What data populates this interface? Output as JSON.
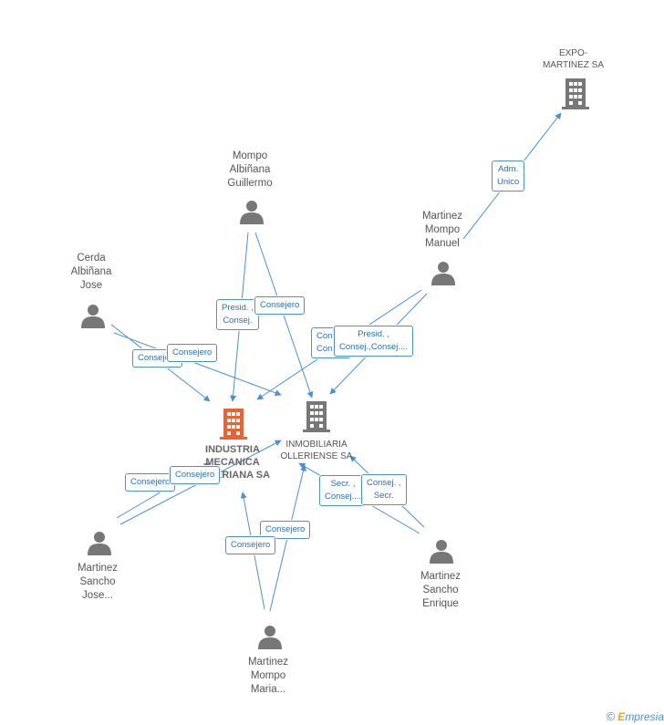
{
  "nodes": {
    "industria": {
      "label": "INDUSTRIA\nMECANICA\nOLLERIANA SA",
      "type": "company-main"
    },
    "inmobiliaria": {
      "label": "INMOBILIARIA\nOLLERIENSE SA",
      "type": "company"
    },
    "expo": {
      "label": "EXPO-\nMARTINEZ SA",
      "type": "company"
    },
    "mompo_guillermo": {
      "label": "Mompo\nAlbiñana\nGuillermo",
      "type": "person"
    },
    "cerda_jose": {
      "label": "Cerda\nAlbiñana\nJose",
      "type": "person"
    },
    "martinez_manuel": {
      "label": "Martinez\nMompo\nManuel",
      "type": "person"
    },
    "sancho_jose": {
      "label": "Martinez\nSancho\nJose...",
      "type": "person"
    },
    "sancho_enrique": {
      "label": "Martinez\nSancho\nEnrique",
      "type": "person"
    },
    "mompo_maria": {
      "label": "Martinez\nMompo\nMaria...",
      "type": "person"
    }
  },
  "edge_labels": {
    "adm_unico": "Adm.\nUnico",
    "presid_consej": "Presid. ,\nConsej.",
    "consejero_guillermo": "Consejero",
    "consejero_cerda_a": "Consejero",
    "consejero_cerda_b": "Consejero",
    "consej_manuel_hidden": "Consej.\nConsej.",
    "presid_consej_manuel": "Presid. ,\nConsej.,Consej....",
    "consejero_sancho_a": "Consejero",
    "consejero_sancho_b": "Consejero",
    "secr_consej": "Secr. ,\nConsej....",
    "consej_secr": "Consej. ,\nSecr.",
    "consejero_maria_a": "Consejero",
    "consejero_maria_b": "Consejero"
  },
  "footer": {
    "copyright": "©",
    "brand_first": "E",
    "brand_rest": "mpresia"
  },
  "colors": {
    "edge": "#4a8fd8",
    "person_icon": "#777777",
    "company_icon": "#777777",
    "main_company_icon": "#f06030"
  },
  "icons": {
    "person": "person-icon",
    "company": "building-icon"
  }
}
